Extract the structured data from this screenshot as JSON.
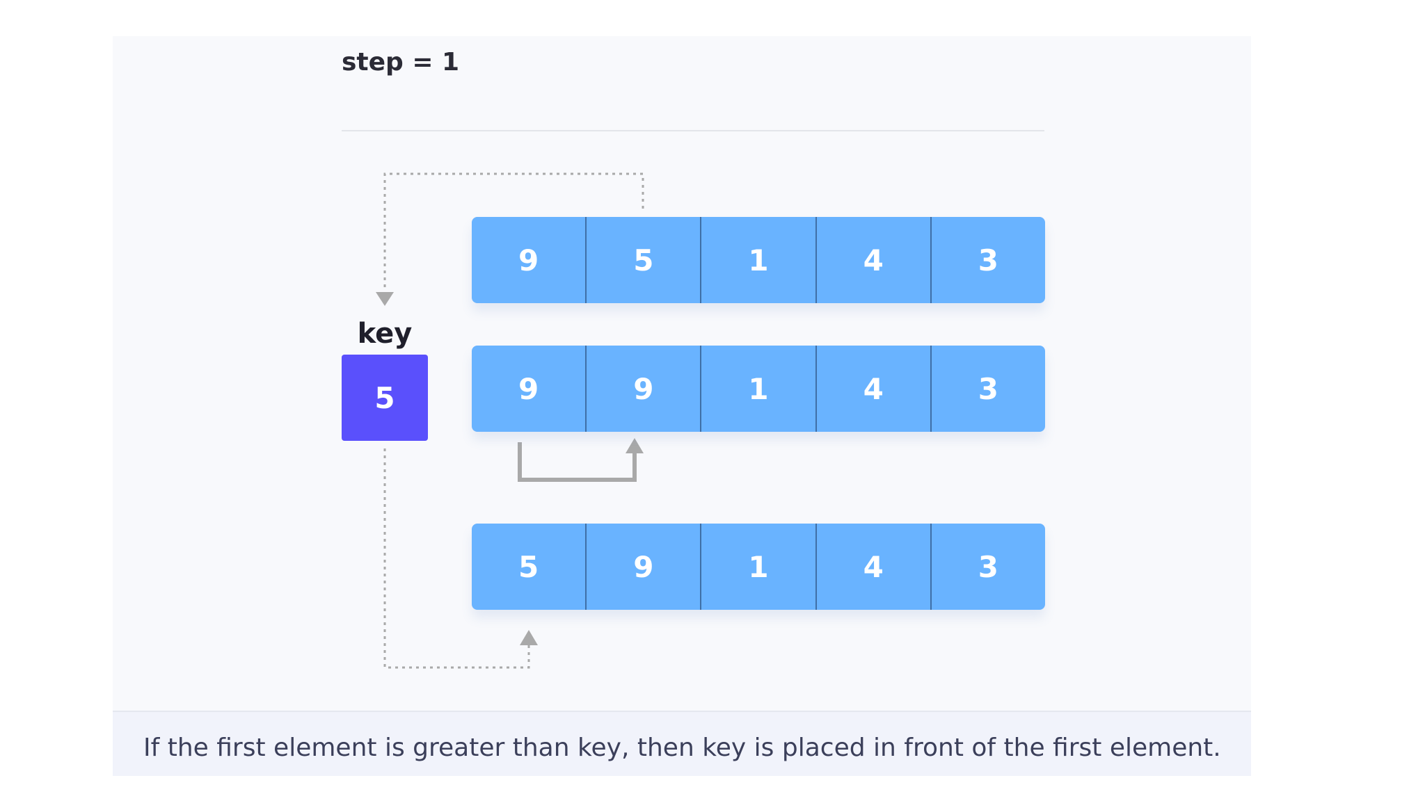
{
  "step_title": "step = 1",
  "key": {
    "label": "key",
    "value": "5",
    "color": "#5a50fc"
  },
  "arrays": [
    {
      "cells": [
        "9",
        "5",
        "1",
        "4",
        "3"
      ]
    },
    {
      "cells": [
        "9",
        "9",
        "1",
        "4",
        "3"
      ]
    },
    {
      "cells": [
        "5",
        "9",
        "1",
        "4",
        "3"
      ]
    }
  ],
  "colors": {
    "cell": "#69b3ff",
    "connector": "#a9a9a9"
  },
  "caption": "If the first element is greater than key, then key is placed in front of the first element."
}
